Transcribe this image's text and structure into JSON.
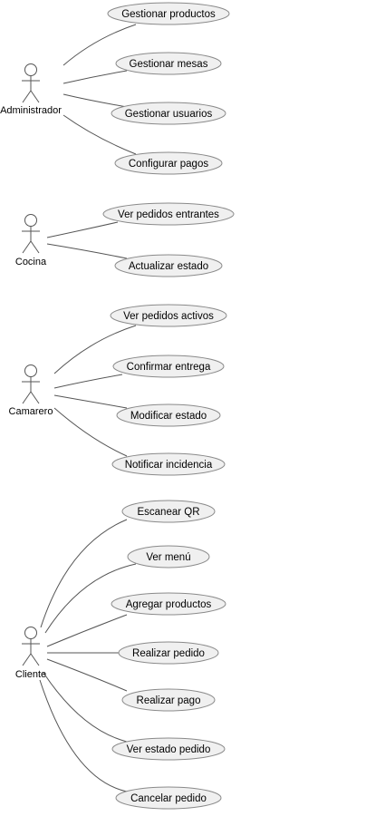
{
  "actors": {
    "admin": "Administrador",
    "cocina": "Cocina",
    "camarero": "Camarero",
    "cliente": "Cliente"
  },
  "use_cases": {
    "gestionar_productos": "Gestionar productos",
    "gestionar_mesas": "Gestionar mesas",
    "gestionar_usuarios": "Gestionar usuarios",
    "configurar_pagos": "Configurar pagos",
    "ver_pedidos_entrantes": "Ver pedidos entrantes",
    "actualizar_estado": "Actualizar estado",
    "ver_pedidos_activos": "Ver pedidos activos",
    "confirmar_entrega": "Confirmar entrega",
    "modificar_estado": "Modificar estado",
    "notificar_incidencia": "Notificar incidencia",
    "escanear_qr": "Escanear QR",
    "ver_menu": "Ver menú",
    "agregar_productos": "Agregar productos",
    "realizar_pedido": "Realizar pedido",
    "realizar_pago": "Realizar pago",
    "ver_estado_pedido": "Ver estado pedido",
    "cancelar_pedido": "Cancelar pedido"
  }
}
